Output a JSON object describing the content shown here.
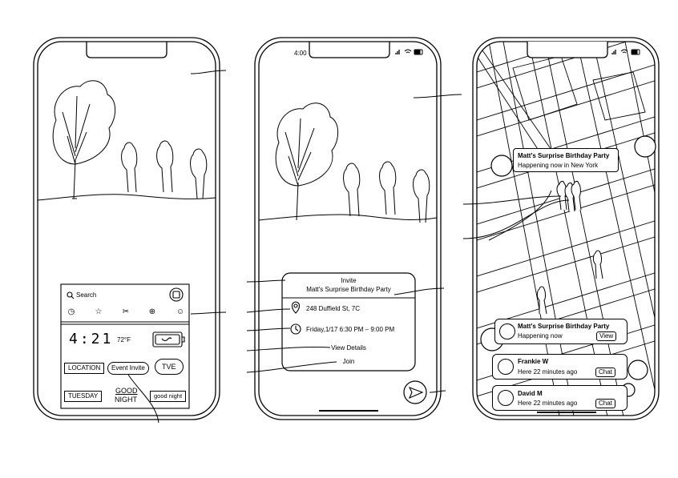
{
  "phone2": {
    "time": "4:00"
  },
  "widget": {
    "search_label": "Search",
    "clock_digits": "4:21",
    "temperature": "72°F",
    "chips": {
      "location": "LOCATION",
      "event_invite": "Event Invite",
      "tve": "TVE",
      "tuesday": "TUESDAY",
      "good_night_top": "GOOD",
      "good_night_bottom": "NIGHT",
      "good_night_small": "good night"
    }
  },
  "invite": {
    "header": "Invite",
    "title": "Matt's Surprise Birthday Party",
    "address": "248 Duffield St, 7C",
    "when": "Friday,1/17 6:30 PM – 9:00 PM",
    "view_details": "View Details",
    "join": "Join"
  },
  "map": {
    "callout_title": "Matt's Surprise Birthday Party",
    "callout_subtitle": "Happening now in New York",
    "cards": [
      {
        "title": "Matt's Surprise Birthday Party",
        "subtitle": "Happening now",
        "action": "View"
      },
      {
        "title": "Frankie W",
        "subtitle": "Here 22 minutes ago",
        "action": "Chat"
      },
      {
        "title": "David M",
        "subtitle": "Here 22 minutes ago",
        "action": "Chat"
      }
    ]
  },
  "colors": {
    "ink": "#000000",
    "paper": "#ffffff"
  }
}
